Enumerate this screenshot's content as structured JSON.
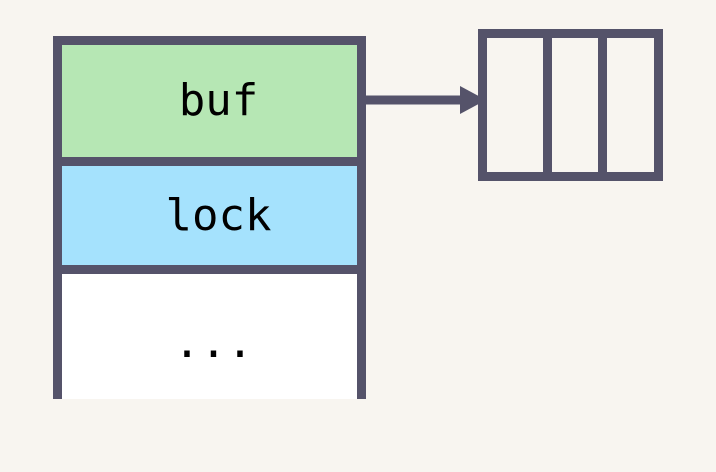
{
  "diagram": {
    "title": "struct with buf pointer to array",
    "background_color": "#f8f5f0",
    "stroke_color": "#55536a",
    "struct": {
      "name": "struct-box",
      "fields": [
        {
          "label": "buf",
          "fill": "#b6e7b4",
          "name": "field-buf"
        },
        {
          "label": "lock",
          "fill": "#a5e2fd",
          "name": "field-lock"
        },
        {
          "label": "...",
          "fill": "#ffffff",
          "name": "field-rest"
        }
      ]
    },
    "pointer": {
      "name": "buf-pointer-arrow",
      "from_field": "buf",
      "to": "array-box",
      "color": "#55536a"
    },
    "array": {
      "name": "array-box",
      "cell_count": 3,
      "cells": [
        {
          "label": "",
          "fill": "#f8f5f0"
        },
        {
          "label": "",
          "fill": "#f8f5f0"
        },
        {
          "label": "",
          "fill": "#f8f5f0"
        }
      ]
    }
  }
}
